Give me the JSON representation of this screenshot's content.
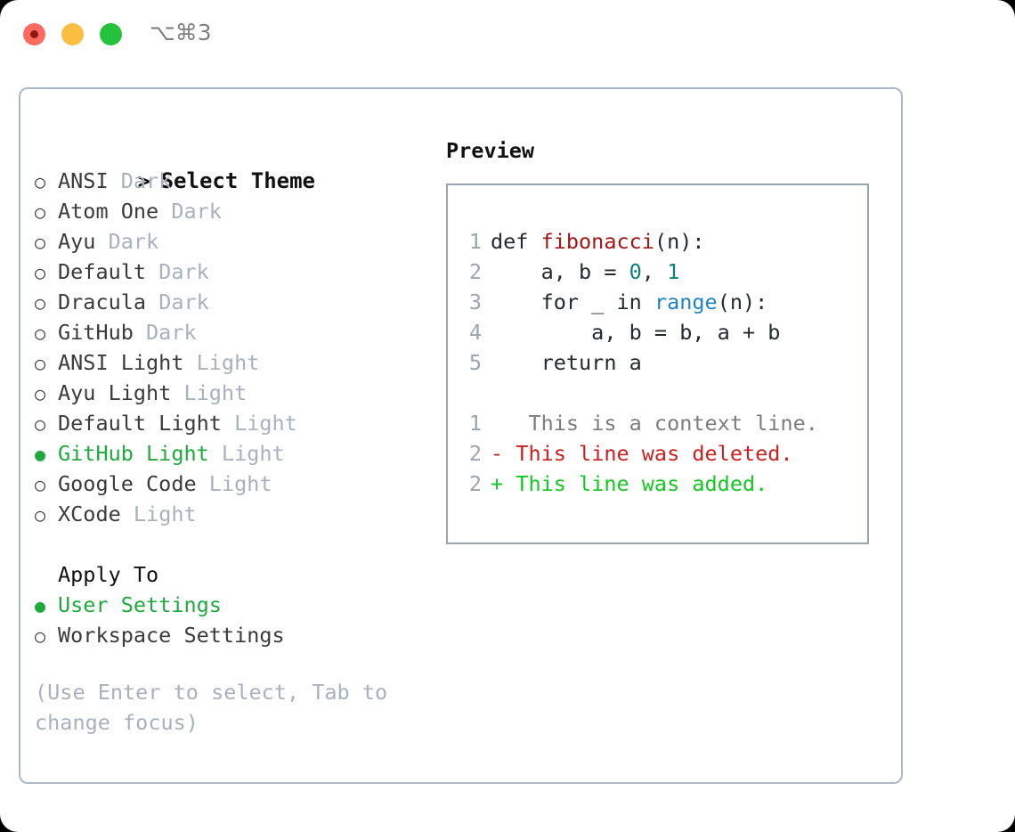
{
  "titlebar": {
    "shortcut": "⌥⌘3",
    "buttons": [
      {
        "name": "close",
        "color": "#ff6a5e"
      },
      {
        "name": "minimize",
        "color": "#fcbe40"
      },
      {
        "name": "maximize",
        "color": "#25c33c"
      }
    ]
  },
  "theme_picker": {
    "header_marker": ">",
    "header_label": "Select Theme",
    "items": [
      {
        "marker": "○",
        "name": "ANSI",
        "suffix": "Dark",
        "selected": false
      },
      {
        "marker": "○",
        "name": "Atom One",
        "suffix": "Dark",
        "selected": false
      },
      {
        "marker": "○",
        "name": "Ayu",
        "suffix": "Dark",
        "selected": false
      },
      {
        "marker": "○",
        "name": "Default",
        "suffix": "Dark",
        "selected": false
      },
      {
        "marker": "○",
        "name": "Dracula",
        "suffix": "Dark",
        "selected": false
      },
      {
        "marker": "○",
        "name": "GitHub",
        "suffix": "Dark",
        "selected": false
      },
      {
        "marker": "○",
        "name": "ANSI Light",
        "suffix": "Light",
        "selected": false
      },
      {
        "marker": "○",
        "name": "Ayu Light",
        "suffix": "Light",
        "selected": false
      },
      {
        "marker": "○",
        "name": "Default Light",
        "suffix": "Light",
        "selected": false
      },
      {
        "marker": "●",
        "name": "GitHub Light",
        "suffix": "Light",
        "selected": true
      },
      {
        "marker": "○",
        "name": "Google Code",
        "suffix": "Light",
        "selected": false
      },
      {
        "marker": "○",
        "name": "XCode",
        "suffix": "Light",
        "selected": false
      }
    ]
  },
  "apply_to": {
    "label": "Apply To",
    "options": [
      {
        "marker": "●",
        "name": "User Settings",
        "selected": true
      },
      {
        "marker": "○",
        "name": "Workspace Settings",
        "selected": false
      }
    ]
  },
  "hint": "(Use Enter to select, Tab to change focus)",
  "preview": {
    "title": "Preview",
    "code_lines": [
      {
        "n": "1",
        "parts": [
          {
            "t": "def ",
            "c": "plain"
          },
          {
            "t": "fibonacci",
            "c": "fn"
          },
          {
            "t": "(n):",
            "c": "plain"
          }
        ]
      },
      {
        "n": "2",
        "parts": [
          {
            "t": "    a, b = ",
            "c": "plain"
          },
          {
            "t": "0",
            "c": "num"
          },
          {
            "t": ", ",
            "c": "plain"
          },
          {
            "t": "1",
            "c": "num"
          }
        ]
      },
      {
        "n": "3",
        "parts": [
          {
            "t": "    for _ in ",
            "c": "plain"
          },
          {
            "t": "range",
            "c": "call"
          },
          {
            "t": "(n):",
            "c": "plain"
          }
        ]
      },
      {
        "n": "4",
        "parts": [
          {
            "t": "        a, b = b, a + b",
            "c": "plain"
          }
        ]
      },
      {
        "n": "5",
        "parts": [
          {
            "t": "    return a",
            "c": "plain"
          }
        ]
      }
    ],
    "diff_lines": [
      {
        "n": "1",
        "sign": " ",
        "text": "  This is a context line.",
        "kind": "ctx"
      },
      {
        "n": "2",
        "sign": "-",
        "text": " This line was deleted.",
        "kind": "del"
      },
      {
        "n": "2",
        "sign": "+",
        "text": " This line was added.",
        "kind": "add"
      }
    ]
  },
  "colors": {
    "accent_green": "#1faa3f",
    "muted": "#a8b1bd",
    "border": "#aeb8c4",
    "code_border": "#9aa5b1",
    "fn": "#a01717",
    "num": "#0b7f7a",
    "call": "#1d84c4",
    "diff_add": "#14c723",
    "diff_del": "#cc1f1f"
  }
}
